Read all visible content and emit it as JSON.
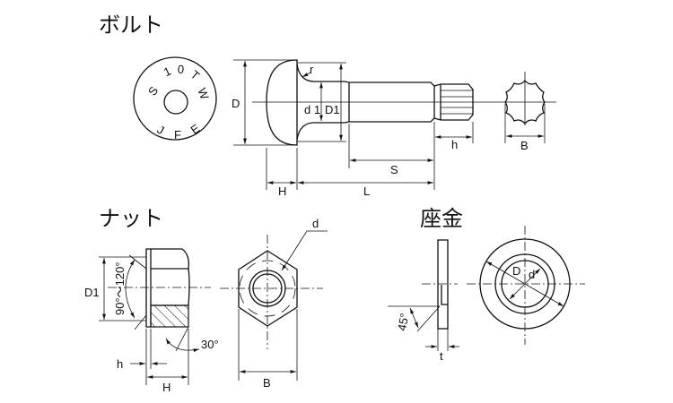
{
  "bolt": {
    "title": "ボルト",
    "stamp_top": [
      "S",
      "1",
      "0",
      "T",
      "W"
    ],
    "stamp_bottom": [
      "J",
      "F",
      "E"
    ],
    "labels": {
      "D": "D",
      "d1": "d 1",
      "D1": "D1",
      "r": "r",
      "H": "H",
      "L": "L",
      "S": "S",
      "h": "h",
      "B": "B"
    }
  },
  "nut": {
    "title": "ナット",
    "labels": {
      "D1": "D1",
      "angle": "90°～120°",
      "angle30": "30°",
      "h": "h",
      "H": "H",
      "B": "B",
      "d": "d"
    }
  },
  "washer": {
    "title": "座金",
    "labels": {
      "angle45": "45°",
      "t": "t",
      "D": "D",
      "d": "d"
    }
  }
}
